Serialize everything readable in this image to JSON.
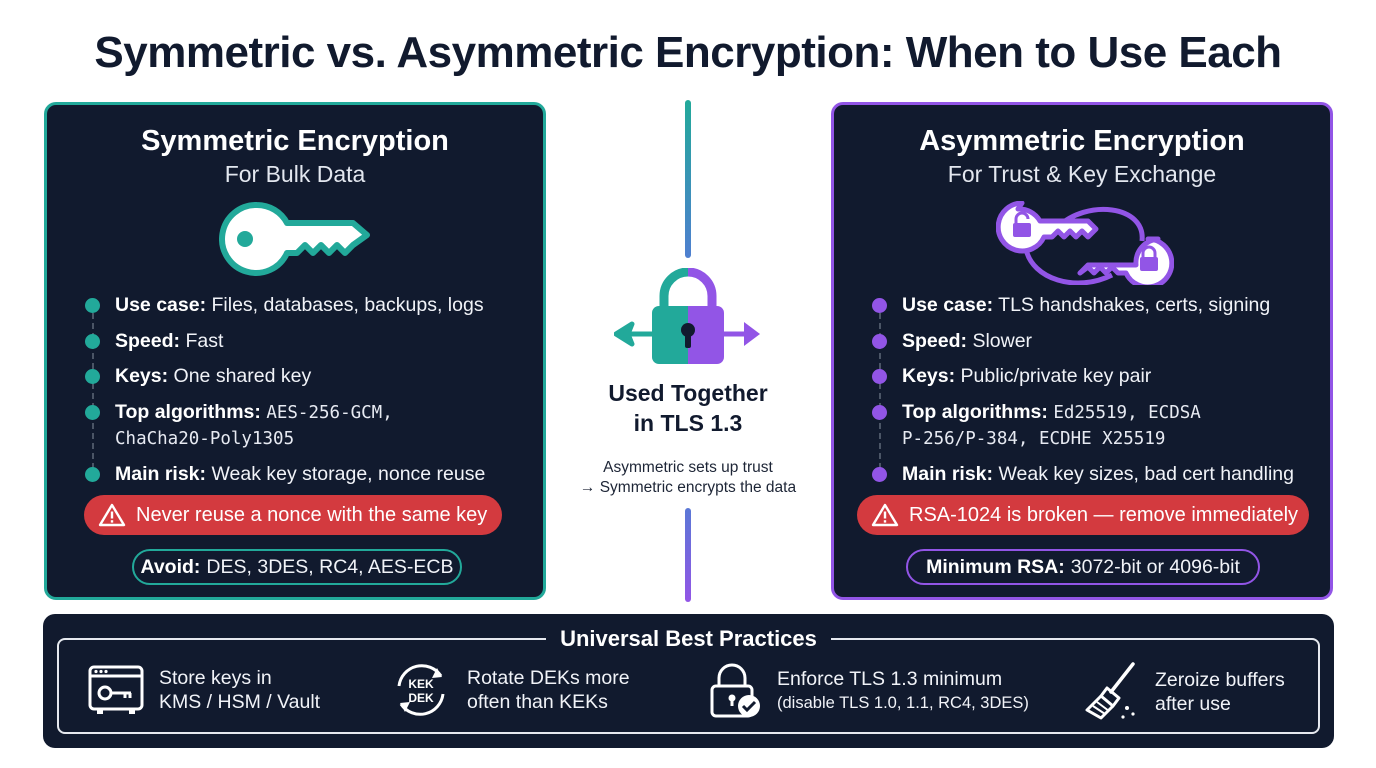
{
  "title": "Symmetric vs. Asymmetric Encryption: When to Use Each",
  "colors": {
    "navy": "#111a2e",
    "teal": "#22a99a",
    "purple": "#9255e6",
    "red": "#d33a3f"
  },
  "symmetric": {
    "title": "Symmetric Encryption",
    "subtitle": "For Bulk Data",
    "icon": "key-icon",
    "bullets": [
      {
        "label": "Use case:",
        "text": "Files, databases, backups, logs"
      },
      {
        "label": "Speed:",
        "text": "Fast"
      },
      {
        "label": "Keys:",
        "text": "One shared key"
      },
      {
        "label": "Top algorithms:",
        "text_line1": "AES-256-GCM,",
        "text_line2": "ChaCha20-Poly1305"
      },
      {
        "label": "Main risk:",
        "text": "Weak key storage, nonce reuse"
      }
    ],
    "warning": "Never reuse a nonce with the same key",
    "pill_label": "Avoid:",
    "pill_text": "DES, 3DES, RC4, AES-ECB"
  },
  "asymmetric": {
    "title": "Asymmetric Encryption",
    "subtitle": "For Trust & Key Exchange",
    "icon": "key-pair-icon",
    "bullets": [
      {
        "label": "Use case:",
        "text": "TLS handshakes, certs, signing"
      },
      {
        "label": "Speed:",
        "text": "Slower"
      },
      {
        "label": "Keys:",
        "text": "Public/private key pair"
      },
      {
        "label": "Top algorithms:",
        "text_line1": "Ed25519, ECDSA",
        "text_line2": "P-256/P-384, ECDHE X25519"
      },
      {
        "label": "Main risk:",
        "text": "Weak key sizes, bad cert handling"
      }
    ],
    "warning": "RSA-1024 is broken — remove immediately",
    "pill_label": "Minimum RSA:",
    "pill_text": "3072-bit or 4096-bit"
  },
  "center": {
    "title_line1": "Used Together",
    "title_line2": "in TLS 1.3",
    "note_line1": "Asymmetric sets up trust",
    "note_line2": "→ Symmetric encrypts the data"
  },
  "best_practices": {
    "title": "Universal Best Practices",
    "items": [
      {
        "icon": "vault-key-icon",
        "line1": "Store keys in",
        "line2": "KMS / HSM / Vault"
      },
      {
        "icon": "rotate-icon",
        "badge_top": "KEK",
        "badge_bottom": "DEK",
        "line1": "Rotate DEKs more",
        "line2": "often than KEKs"
      },
      {
        "icon": "lock-check-icon",
        "line1": "Enforce TLS 1.3 minimum",
        "line2": "(disable TLS 1.0, 1.1, RC4, 3DES)"
      },
      {
        "icon": "broom-icon",
        "line1": "Zeroize buffers",
        "line2": "after use"
      }
    ]
  }
}
